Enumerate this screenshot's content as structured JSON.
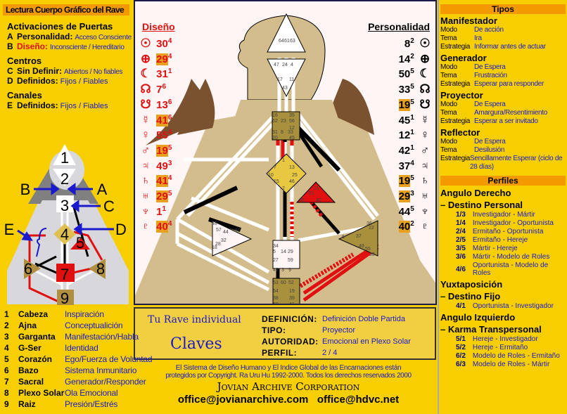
{
  "title": "Lectura Cuerpo Gráfico del Rave",
  "legend_left": {
    "activations_title": "Activaciones de Puertas",
    "activations": [
      {
        "letter": "A",
        "label": "Personalidad:",
        "desc": "Acceso Consciente"
      },
      {
        "letter": "B",
        "label": "Diseño:",
        "desc": "Inconsciente / Hereditario"
      }
    ],
    "centers_title": "Centros",
    "centers": [
      {
        "letter": "C",
        "label": "Sin Definir:",
        "desc": "Abiertos / No fiables"
      },
      {
        "letter": "D",
        "label": "Definidos:",
        "desc": "Fijos / Fiables"
      }
    ],
    "channels_title": "Canales",
    "channels": [
      {
        "letter": "E",
        "label": "Definidos:",
        "desc": "Fijos / Fiables"
      }
    ]
  },
  "mini_chart": {
    "numbers": [
      "1",
      "2",
      "3",
      "4",
      "5",
      "6",
      "7",
      "8",
      "9"
    ],
    "letters": [
      "A",
      "B",
      "C",
      "D",
      "E"
    ]
  },
  "center_legend": [
    {
      "num": "1",
      "name": "Cabeza",
      "desc": "Inspiración"
    },
    {
      "num": "2",
      "name": "Ajna",
      "desc": "Conceptualición"
    },
    {
      "num": "3",
      "name": "Garganta",
      "desc": "Manifestación/Habla"
    },
    {
      "num": "4",
      "name": "G-Ser",
      "desc": "Identidad"
    },
    {
      "num": "5",
      "name": "Corazón",
      "desc": "Ego/Fuerza de Voluntad"
    },
    {
      "num": "6",
      "name": "Bazo",
      "desc": "Sistema Inmunitario"
    },
    {
      "num": "7",
      "name": "Sacral",
      "desc": "Generador/Responder"
    },
    {
      "num": "8",
      "name": "Plexo Solar",
      "desc": "Ola Emocional"
    },
    {
      "num": "9",
      "name": "Raiz",
      "desc": "Presión/Estrés"
    }
  ],
  "design": {
    "header": "Diseño",
    "rows": [
      {
        "glyph": "☉",
        "gate": "30",
        "line": "4",
        "hl": false
      },
      {
        "glyph": "⊕",
        "gate": "29",
        "line": "4",
        "hl": true
      },
      {
        "glyph": "☾",
        "gate": "31",
        "line": "1",
        "hl": false
      },
      {
        "glyph": "☊",
        "gate": "7",
        "line": "6",
        "hl": false
      },
      {
        "glyph": "☋",
        "gate": "13",
        "line": "6",
        "hl": false
      },
      {
        "glyph": "☿",
        "gate": "41",
        "line": "6",
        "hl": true
      },
      {
        "glyph": "♀",
        "gate": "55",
        "line": "4",
        "hl": false
      },
      {
        "glyph": "♂",
        "gate": "19",
        "line": "5",
        "hl": true
      },
      {
        "glyph": "♃",
        "gate": "49",
        "line": "3",
        "hl": false
      },
      {
        "glyph": "♄",
        "gate": "41",
        "line": "4",
        "hl": true
      },
      {
        "glyph": "♅",
        "gate": "29",
        "line": "5",
        "hl": true
      },
      {
        "glyph": "♆",
        "gate": "1",
        "line": "1",
        "hl": false
      },
      {
        "glyph": "♇",
        "gate": "40",
        "line": "4",
        "hl": true
      }
    ]
  },
  "personality": {
    "header": "Personalidad",
    "rows": [
      {
        "glyph": "☉",
        "gate": "8",
        "line": "2",
        "hl": false
      },
      {
        "glyph": "⊕",
        "gate": "14",
        "line": "2",
        "hl": false
      },
      {
        "glyph": "☾",
        "gate": "50",
        "line": "5",
        "hl": false
      },
      {
        "glyph": "☊",
        "gate": "33",
        "line": "5",
        "hl": false
      },
      {
        "glyph": "☋",
        "gate": "19",
        "line": "5",
        "hl": true
      },
      {
        "glyph": "☿",
        "gate": "45",
        "line": "1",
        "hl": false
      },
      {
        "glyph": "♀",
        "gate": "12",
        "line": "1",
        "hl": false
      },
      {
        "glyph": "♂",
        "gate": "42",
        "line": "1",
        "hl": false
      },
      {
        "glyph": "♃",
        "gate": "37",
        "line": "4",
        "hl": false
      },
      {
        "glyph": "♄",
        "gate": "19",
        "line": "5",
        "hl": true
      },
      {
        "glyph": "♅",
        "gate": "29",
        "line": "3",
        "hl": true
      },
      {
        "glyph": "♆",
        "gate": "44",
        "line": "5",
        "hl": false
      },
      {
        "glyph": "♇",
        "gate": "40",
        "line": "2",
        "hl": true
      }
    ]
  },
  "bodygraph_gates": {
    "head": [
      "64",
      "61",
      "63"
    ],
    "ajna": [
      "47",
      "24",
      "4",
      "17",
      "43",
      "11"
    ],
    "throat": [
      "16",
      "35",
      "62",
      "23",
      "56",
      "12",
      "31",
      "8",
      "33",
      "20",
      "45"
    ],
    "g": [
      "1",
      "7",
      "13",
      "10",
      "25",
      "15",
      "46",
      "2"
    ],
    "heart": [
      "21",
      "51",
      "26",
      "40"
    ],
    "spleen": [
      "48",
      "57",
      "44",
      "50",
      "32",
      "28",
      "18"
    ],
    "solar": [
      "36",
      "22",
      "37",
      "6",
      "49",
      "55",
      "30"
    ],
    "sacral": [
      "34",
      "5",
      "14",
      "29",
      "27",
      "59",
      "42",
      "3",
      "9"
    ],
    "root": [
      "53",
      "60",
      "52",
      "54",
      "19",
      "38",
      "39",
      "58",
      "41"
    ]
  },
  "keys": {
    "title1": "Tu Rave individual",
    "title2": "Claves",
    "items": [
      {
        "label": "DEFINICIÓN:",
        "value": "Definición Doble Partida"
      },
      {
        "label": "TIPO:",
        "value": "Proyector"
      },
      {
        "label": "AUTORIDAD:",
        "value": "Emocional en Plexo Solar"
      },
      {
        "label": "PERFIL:",
        "value": "2 / 4"
      }
    ]
  },
  "footer": {
    "copyright1": "El Sistema de Diseño Humano y El Indice Global de las Encarnaciones están",
    "copyright2": "protegidos por Copyright. Ra Uru Hu 1992-2000. Todos los derechos reservados 2000",
    "company": "Jovian Archive Corporation",
    "email1": "office@jovianarchive.com",
    "email2": "office@hdvc.net"
  },
  "types": {
    "header": "Tipos",
    "items": [
      {
        "name": "Manifestador",
        "rows": [
          [
            "Modo",
            "De acción"
          ],
          [
            "Tema",
            "Ira"
          ],
          [
            "Estrategia",
            "Informar antes de actuar"
          ]
        ]
      },
      {
        "name": "Generador",
        "rows": [
          [
            "Modo",
            "De Espera"
          ],
          [
            "Tema",
            "Frustración"
          ],
          [
            "Estrategia",
            "Esperar para responder"
          ]
        ]
      },
      {
        "name": "Proyector",
        "rows": [
          [
            "Modo",
            "De Espera"
          ],
          [
            "Tema",
            "Amargura/Resentimiento"
          ],
          [
            "Estrategia",
            "Esperar a ser invitado"
          ]
        ]
      },
      {
        "name": "Reflector",
        "rows": [
          [
            "Modo",
            "De Espera"
          ],
          [
            "Tema",
            "Desilusión"
          ],
          [
            "Estrategia",
            "Sencillamente Esperar (ciclo de 28 días)"
          ]
        ]
      }
    ]
  },
  "profiles": {
    "header": "Perfiles",
    "groups": [
      {
        "title": "Angulo Derecho",
        "subtitle": "– Destino Personal",
        "items": [
          [
            "1/3",
            "Investigador - Mártir"
          ],
          [
            "1/4",
            "Investigador - Oportunista"
          ],
          [
            "2/4",
            "Ermitaño - Oportunista"
          ],
          [
            "2/5",
            "Ermitaño - Hereje"
          ],
          [
            "3/5",
            "Mártir - Hereje"
          ],
          [
            "3/6",
            "Mártir - Modelo de Roles"
          ],
          [
            "4/6",
            "Oportunista - Modelo de Roles"
          ]
        ]
      },
      {
        "title": "Yuxtaposición",
        "subtitle": "– Destino Fijo",
        "items": [
          [
            "4/1",
            "Oportunista - Investigador"
          ]
        ]
      },
      {
        "title": "Angulo Izquierdo",
        "subtitle": "– Karma Transpersonal",
        "items": [
          [
            "5/1",
            "Hereje - Investigador"
          ],
          [
            "5/2",
            "Hereje - Ermitaño"
          ],
          [
            "6/2",
            "Modelo de Roles - Ermitaño"
          ],
          [
            "6/3",
            "Modelo de Roles - Mártir"
          ]
        ]
      }
    ]
  },
  "colors": {
    "background": "#f7cf00",
    "header": "#f39a00",
    "design": "#e01010",
    "highlight": "#e8a020",
    "text_blue": "#1a1acc"
  }
}
